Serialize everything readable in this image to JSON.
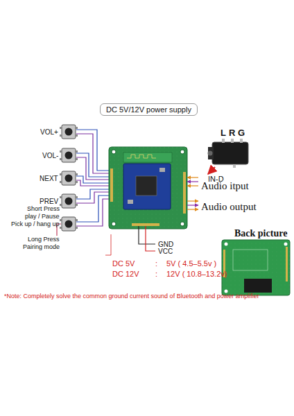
{
  "diagram": {
    "title": "DC 5V/12V power supply",
    "labels": [
      "VOL+",
      "VOL-",
      "NEXT",
      "PREV",
      "Short Press",
      "play / Pause",
      "Pick up / hang up",
      "Long Press",
      "Pairing mode",
      "L",
      "R",
      "G",
      "IN-D",
      "Audio itput",
      "Audio output",
      "GND",
      "VCC",
      "DC 5V",
      ":",
      "5V ( 4.5–5.5v )",
      "DC 12V",
      ":",
      "12V ( 10.8–13.2v)",
      "Back picture",
      "*Note: Completely solve the common ground current sound of Bluetooth and power amplifier"
    ]
  }
}
